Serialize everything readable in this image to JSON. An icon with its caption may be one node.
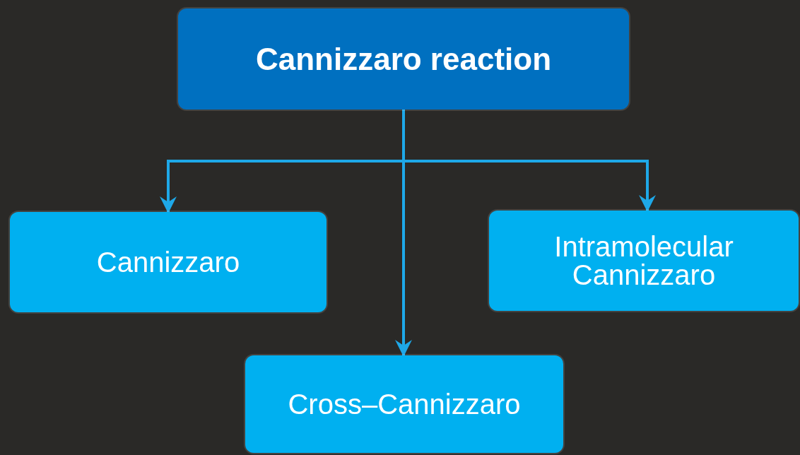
{
  "diagram": {
    "nodes": [
      {
        "text": [
          "Cannizzaro reaction"
        ]
      },
      {
        "text": [
          "Cannizzaro"
        ]
      },
      {
        "text": [
          "Intramolecular Cannizzaro"
        ]
      },
      {
        "text": [
          "Cross–Cannizzaro"
        ]
      }
    ],
    "edges": [
      {
        "from": 0,
        "to": 1,
        "arrow": "to"
      },
      {
        "from": 0,
        "to": 2,
        "arrow": "to"
      },
      {
        "from": 0,
        "to": 3,
        "arrow": "to"
      }
    ]
  }
}
